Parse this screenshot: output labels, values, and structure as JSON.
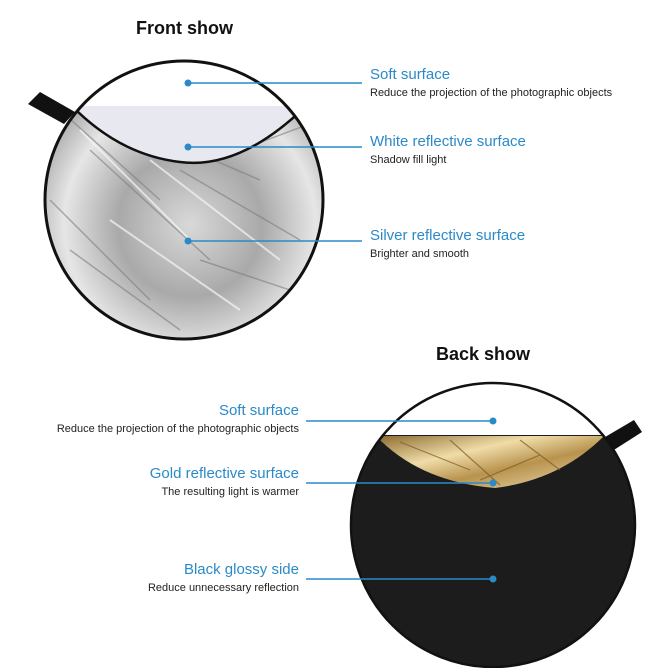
{
  "front": {
    "heading": "Front show",
    "labels": [
      {
        "title": "Soft surface",
        "desc": "Reduce the projection of the photographic objects"
      },
      {
        "title": "White reflective surface",
        "desc": "Shadow fill light"
      },
      {
        "title": "Silver reflective surface",
        "desc": "Brighter and smooth"
      }
    ]
  },
  "back": {
    "heading": "Back show",
    "labels": [
      {
        "title": "Soft surface",
        "desc": "Reduce the projection of the photographic objects"
      },
      {
        "title": "Gold reflective surface",
        "desc": "The resulting light is warmer"
      },
      {
        "title": "Black glossy side",
        "desc": "Reduce unnecessary reflection"
      }
    ]
  },
  "colors": {
    "accent": "#2a8ac8",
    "text": "#222222",
    "rim": "#111111",
    "silver": "#b8b8b8",
    "gold": "#c9a96a",
    "black": "#1c1c1c",
    "white_panel": "#e8e8f0"
  }
}
